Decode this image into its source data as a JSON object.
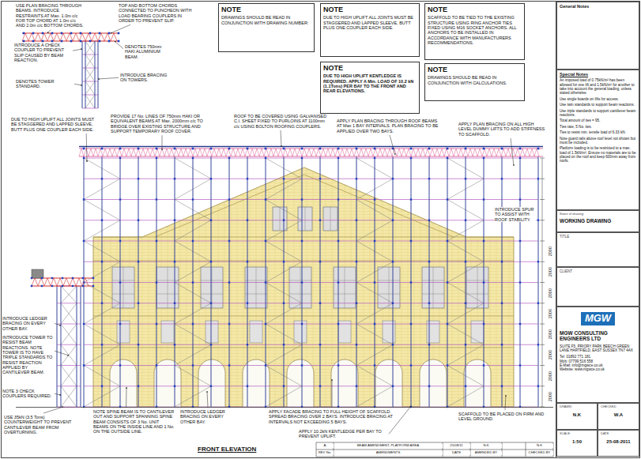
{
  "diagram": {
    "title": "FRONT ELEVATION",
    "nodes": [
      {
        "text": [
          "NOTE",
          "DRAWINGS SHOULD BE READ IN CONJUNCTION WITH DRAWING NUMBER:"
        ]
      },
      {
        "text": [
          "NOTE",
          "DUE TO HIGH UPLIFT ALL JOINTS MUST BE STAGGERED AND LAPPED SLEEVE, BUTT PLUS ONE COUPLER EACH SIDE."
        ]
      },
      {
        "text": [
          "NOTE",
          "SCAFFOLD TO BE TIED TO THE EXISTING STRUCTURE USING RING ANCHOR TIES FIXED USING M16 SOCKET ANCHORS. ALL ANCHORS TO BE INSTALLED IN ACCORDANCE WITH MANUFACTURERS RECOMMENDATIONS."
        ]
      },
      {
        "text": [
          "NOTE",
          "DUE TO HIGH UPLIFT KENTLEDGE IS REQUIRED. APPLY A Min. LOAD OF 10.2 kN (1.1Tons) PER BAY TO THE FRONT AND REAR ELEVATIONS."
        ]
      },
      {
        "text": [
          "NOTE",
          "DRAWINGS SHOULD BE READ IN CONJUNCTION WITH CALCULATIONS."
        ]
      },
      {
        "text": [
          "General Notes"
        ]
      },
      {
        "text": [
          "Special Notes",
          "An imposed load of 0.75kN/m² has been allowed for one lift and 1.5kN/m² for another to take into account the general loading, unless stated otherwise.",
          "Use single boards on lifts for access.",
          "Use twin standards to support beam reactions.",
          "Use triple standards to support cantilever beam reactions.",
          "Total amount of ties = 95.",
          "Ties rate, 5 No. ties.",
          "Ties to resist min. tensile load of 6.33 kN.",
          "Note guard rails above roof level not shown but must be included.",
          "Platform loading is to be restricted to a max. load of 1.5kN/m². Ensure no materials are to be placed on the roof and keep 600mm away from roofs."
        ]
      },
      {
        "text": [
          "Name of drawing",
          "WORKING DRAWING"
        ]
      },
      {
        "text": [
          "TITLE"
        ]
      },
      {
        "text": [
          "CLIENT"
        ]
      },
      {
        "text": [
          "MGW",
          "MGW CONSULTING ENGINEERS LTD",
          "SUITE F5, PRIORY PARK BEECH GREEN LANE HARTFIELD, EAST SUSSEX TN7 4AX",
          "Tel: 01892 771 181",
          "Mob: 07799 516 558",
          "E-Mail: info@mgwce.co.uk",
          "Website: www.mgwce.co.uk"
        ]
      },
      {
        "text": [
          "DRAWN",
          "N.K"
        ]
      },
      {
        "text": [
          "CHECKED",
          "W.A"
        ]
      },
      {
        "text": [
          "SCALE",
          "1:50"
        ]
      },
      {
        "text": [
          "DATE",
          "25-08-2011"
        ]
      }
    ],
    "labels": [
      "USE PLAN BRACING THROUGH BEAMS. INTRODUCE RESTRAINTS AT Max. 1.0m c/c FOR TOP CHORD AT 1.0m c/c AND 2.0m c/c BOTTOM CHORDS.",
      "TOP AND BOTTOM CHORDS CONNECTED TO PUNCHEON WITH LOAD BEARING COUPLERS IN ORDER TO PREVENT SLIP.",
      "INTRODUCE A CHECK COUPLER TO PREVENT SLIP CAUSED BY BEAM REACTION.",
      "DENOTES 750mm HAKI ALUMINIUM BEAM.",
      "INTRODUCE BRACING ON TOWERS.",
      "DENOTES TOWER STANDARD.",
      "DUE TO HIGH UPLIFT ALL JOINTS MUST BE STAGGERED AND LAPPED SLEEVE, BUTT PLUS ONE COUPLER EACH SIDE.",
      "PROVIDE 17 No. LINES OF 750mm HAKI OR EQUIVALENT BEAMS AT Max. 2000mm c/c TO BRIDGE OVER EXISTING STRUCTURE AND SUPPORT TEMPORARY ROOF COVER.",
      "ROOF TO BE COVERED USING GALVANISED C.I. SHEET FIXED TO PURLOINS AT 1100mm c/c USING BOLTON ROOFING COUPLERS.",
      "APPLY PLAN BRACING THROUGH ROOF BEAMS AT Max 1 BAY INTERVALS. PLAN BRACING TO BE APPLIED OVER TWO BAYS.",
      "APPLY PLAN BRACING ON ALL HIGH LEVEL DUMMY LIFTS TO ADD STIFFNESS TO SCAFFOLD.",
      "INTRODUCE SPUR TO ASSIST WITH ROOF STABILITY.",
      "INTRODUCE LEDGER BRACING ON EVERY OTHER BAY.",
      "INTRODUCE TOWER TO RESIST BEAM REACTIONS. NOTE TOWER IS TO HAVE TRIPLE STANDARDS TO RESIST REACTION APPLIED BY CANTILEVER BEAM.",
      "NOTE 3 CHECK COUPLERS REQUIRED.",
      "USE 35kN (3.5 Tons) COUNTERWEIGHT TO PREVENT CANTILEVER BEAM FROM OVERTURNING.",
      "NOTE SPINE BEAM IS TO CANTILEVER OUT AND SUPPORT SPANNING SPINE BEAM CONSISTS OF 3 No. UNIT BEAMS ON THE INSIDE LINE AND 1 No. ON THE OUTSIDE LINE.",
      "INTRODUCE LEDGER BRACING ON EVERY OTHER BAY.",
      "APPLY FACADE BRACING TO FULL HEIGHT OF SCAFFOLD. SPREAD BRACING OVER 2 BAYS. INTRODUCE BRACING AT INTERVALS NOT EXCEEDING 5 BAYS.",
      "APPLY 10.2kN KENTLEDGE PER BAY TO PREVENT UPLIFT.",
      "SCAFFOLD TO BE PLACED ON FIRM AND LEVEL GROUND.",
      "2000",
      "2000",
      "2000",
      "2000",
      "2000",
      "2000",
      "2000",
      "2000",
      "A",
      "BEAM AMENDMENT, PLATFORM AREA",
      "25/08/11",
      "N.K",
      "N.K",
      "REV No.",
      "AMENDMENTS",
      "DATE",
      "AMENDED BY",
      "CHECKED BY"
    ]
  }
}
